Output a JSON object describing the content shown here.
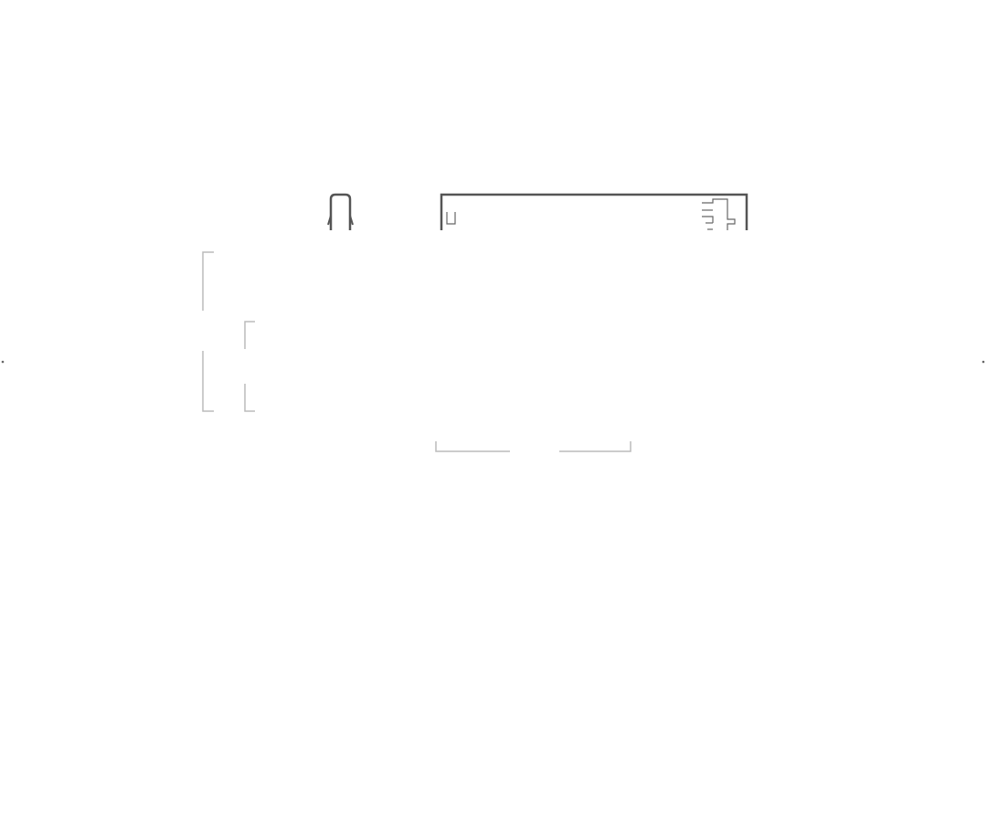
{
  "diagram": {
    "colors": {
      "background": "#ffffff",
      "dark_stroke": "#555555",
      "light_stroke": "#bbbbbb",
      "dot": "#666666"
    },
    "elements": [
      "bent-u-connector",
      "top-frame",
      "small-notch-glyph",
      "stepped-bracket-glyph",
      "left-outer-bracket",
      "left-inner-bracket",
      "bottom-bracket",
      "left-edge-dot",
      "right-edge-dot"
    ]
  }
}
